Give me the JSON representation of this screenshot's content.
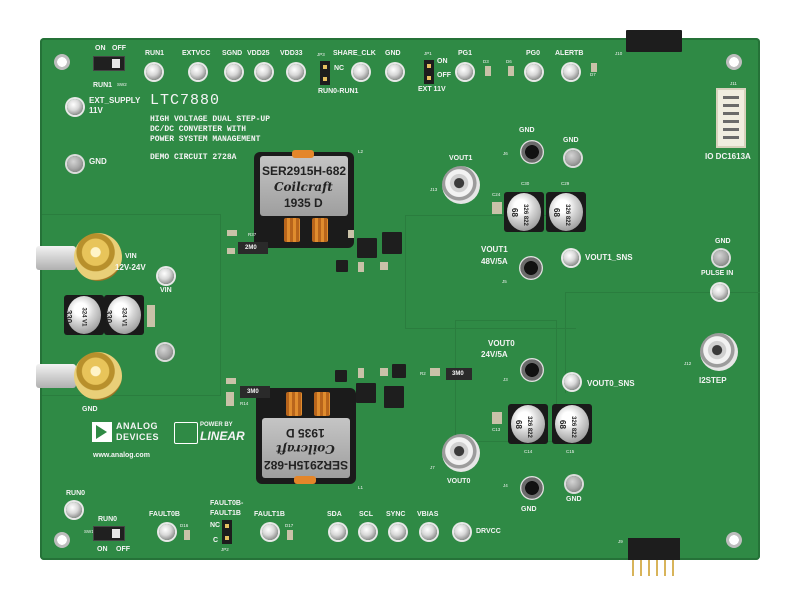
{
  "board": {
    "part": "LTC7880",
    "description": [
      "HIGH VOLTAGE DUAL STEP-UP",
      "DC/DC CONVERTER WITH",
      "POWER SYSTEM MANAGEMENT"
    ],
    "demo_circuit": "DEMO CIRCUIT  2728A",
    "website": "www.analog.com",
    "logo_top": "ANALOG",
    "logo_bottom": "DEVICES",
    "power_by_small": "POWER BY",
    "power_by_big": "LINEAR",
    "pcb_color": "#2f8a45"
  },
  "top_labels": {
    "on": "ON",
    "off": "OFF",
    "run1_sw": "RUN1",
    "sw2": "SW2",
    "run1": "RUN1",
    "extvcc": "EXTVCC",
    "sgnd": "SGND",
    "vdd25": "VDD25",
    "vdd33": "VDD33",
    "jp3": "JP3",
    "share_clk": "SHARE_CLK",
    "nc": "NC",
    "gnd": "GND",
    "jp1": "JP1",
    "run0_run1": "RUN0-RUN1",
    "on2": "ON",
    "off2": "OFF",
    "ext": "EXT 11V",
    "pg1": "PG1",
    "pg0": "PG0",
    "alertb": "ALERTB",
    "d3": "D3",
    "d6": "D6",
    "d7": "D7",
    "j10": "J10"
  },
  "left_labels": {
    "ext_supply": "EXT_SUPPLY",
    "v11": "11V",
    "gnd": "GND",
    "vin": "VIN",
    "vin_range": "12V-24V",
    "vin2": "VIN",
    "gnd2": "GND"
  },
  "right_labels": {
    "j11": "J11",
    "io": "IO DC1613A",
    "gnd": "GND",
    "pulse_in": "PULSE IN",
    "j12": "J12",
    "i2step": "I2STEP"
  },
  "vout1": {
    "label": "VOUT1",
    "gnd_a": "GND",
    "gnd_b": "GND",
    "j6": "J6",
    "j13": "J13",
    "c30": "C30",
    "c29": "C29",
    "c24": "C24",
    "rating": "48V/5A",
    "label2": "VOUT1",
    "sns": "VOUT1_SNS",
    "j5": "J5"
  },
  "vout0": {
    "label": "VOUT0",
    "rating": "24V/5A",
    "sns": "VOUT0_SNS",
    "j3": "J3",
    "j7": "J7",
    "j4": "J4",
    "gnd_a": "GND",
    "gnd_b": "GND",
    "out": "VOUT0",
    "c14": "C14",
    "c15": "C15",
    "c13": "C13"
  },
  "inductor_top": {
    "part": "SER2915H-682",
    "brand": "Coilcraft",
    "code": "1935  D",
    "ref": "L2"
  },
  "inductor_bottom": {
    "part": "SER2915H-682",
    "brand": "Coilcraft",
    "code": "1935  D",
    "ref": "L1"
  },
  "caps": {
    "cap_a_val": "330",
    "cap_a_code": "324 V1",
    "cap_b_val": "330",
    "cap_b_code": "324 V1",
    "c30_val": "68",
    "c30_code": "326 822",
    "c29_val": "68",
    "c29_code": "326 822",
    "c14_val": "68",
    "c14_code": "326 822",
    "c15_val": "68",
    "c15_code": "326 822"
  },
  "resistors": {
    "r_top": "2M0",
    "r_bot": "3M0",
    "r_mid": "3M0",
    "r37": "R37",
    "r14": "R14",
    "r2": "R2"
  },
  "bottom_labels": {
    "run0": "RUN0",
    "run0_sw": "RUN0",
    "sw1": "SW1",
    "on": "ON",
    "off": "OFF",
    "fault0b": "FAULT0B",
    "fault0b_fault1b": "FAULT0B-",
    "fault1b_part": "FAULT1B",
    "nc": "NC",
    "c": "C",
    "jp2": "JP2",
    "fault1b": "FAULT1B",
    "sda": "SDA",
    "scl": "SCL",
    "sync": "SYNC",
    "vbias": "VBIAS",
    "drvcc": "DRVCC",
    "j9": "J9",
    "d16": "D16",
    "d17": "D17"
  }
}
